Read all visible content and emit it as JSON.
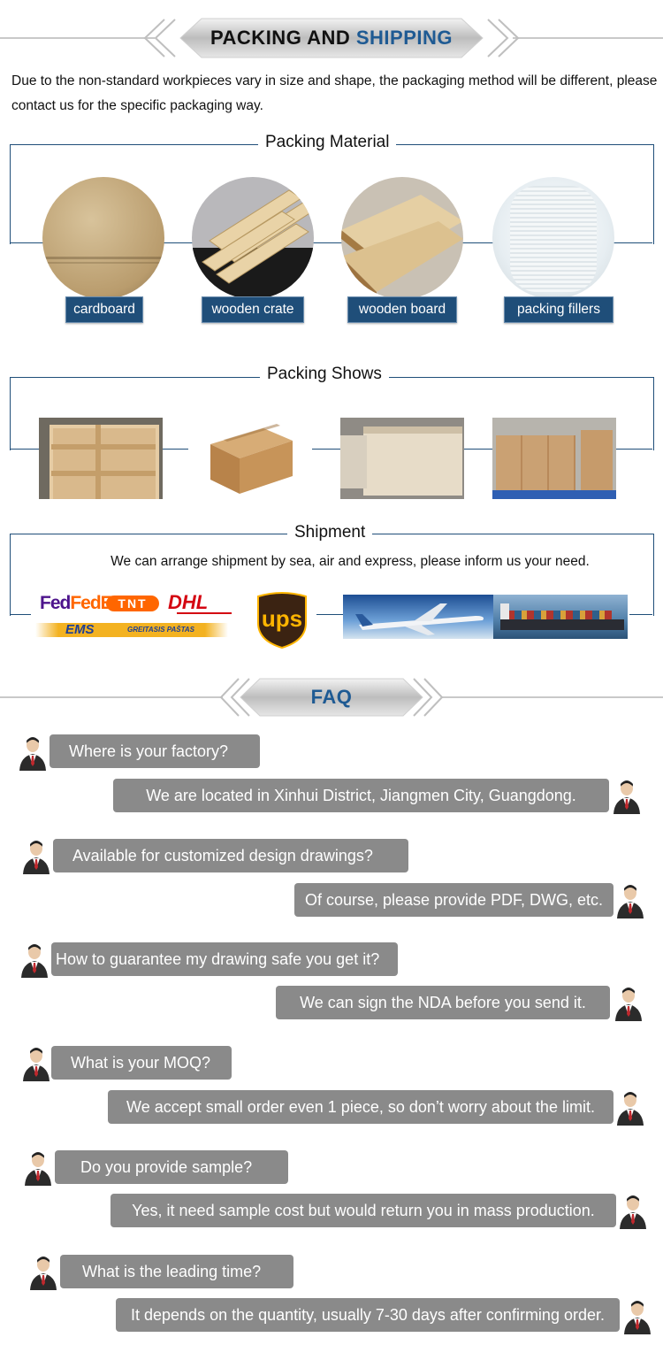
{
  "header": {
    "title_part1": "PACKING AND ",
    "title_part2": "SHIPPING"
  },
  "intro_text": "Due to the non-standard workpieces vary in size and shape, the packaging method will be different, please contact us for the specific packaging way.",
  "packing_material": {
    "title": "Packing Material",
    "items": [
      {
        "label": "cardboard"
      },
      {
        "label": "wooden crate"
      },
      {
        "label": "wooden board"
      },
      {
        "label": "packing fillers"
      }
    ]
  },
  "packing_shows": {
    "title": "Packing Shows"
  },
  "shipment": {
    "title": "Shipment",
    "note": "We can arrange shipment by sea, air and express, please inform us your need.",
    "carriers": {
      "fedex": "FedEx.",
      "tnt": "TNT",
      "dhl": "DHL",
      "ems": "EMS",
      "ems_sub": "GREITASIS PAŠTAS",
      "ups": "ups"
    }
  },
  "faq": {
    "title": "FAQ",
    "items": [
      {
        "q": "Where is your factory?",
        "a": "We are located in Xinhui District, Jiangmen City, Guangdong."
      },
      {
        "q": "Available for customized design drawings?",
        "a": "Of course, please provide PDF, DWG, etc."
      },
      {
        "q": "How to guarantee my drawing safe you get it?",
        "a": "We can sign the NDA before you send it."
      },
      {
        "q": "What is your MOQ?",
        "a": "We accept small order even 1 piece, so don’t worry about the limit."
      },
      {
        "q": "Do you provide sample?",
        "a": "Yes, it need sample cost but would return you in mass production."
      },
      {
        "q": "What is the leading time?",
        "a": "It depends on the quantity, usually 7-30 days after confirming order."
      }
    ]
  },
  "colors": {
    "accent": "#1e5a93",
    "frame": "#1f4e79",
    "bubble": "#8a8a8a"
  }
}
